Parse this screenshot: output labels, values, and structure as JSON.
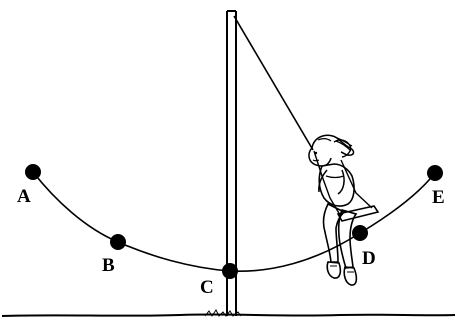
{
  "points": [
    {
      "id": "A",
      "label": "A"
    },
    {
      "id": "B",
      "label": "B"
    },
    {
      "id": "C",
      "label": "C"
    },
    {
      "id": "D",
      "label": "D"
    },
    {
      "id": "E",
      "label": "E"
    }
  ],
  "colors": {
    "ink": "#000000",
    "background": "#ffffff"
  }
}
